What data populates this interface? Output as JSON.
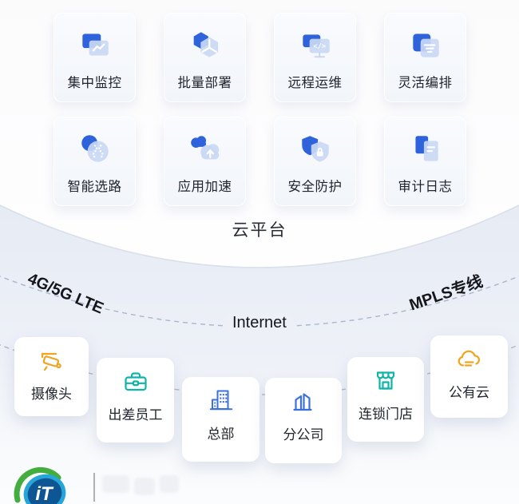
{
  "platform": {
    "label": "云平台",
    "features": [
      {
        "label": "集中监控",
        "icon": "monitor-chart-icon"
      },
      {
        "label": "批量部署",
        "icon": "batch-deploy-icon"
      },
      {
        "label": "远程运维",
        "icon": "remote-ops-icon"
      },
      {
        "label": "灵活编排",
        "icon": "orchestration-icon"
      },
      {
        "label": "智能选路",
        "icon": "smart-routing-icon"
      },
      {
        "label": "应用加速",
        "icon": "app-acceleration-icon"
      },
      {
        "label": "安全防护",
        "icon": "security-shield-icon"
      },
      {
        "label": "审计日志",
        "icon": "audit-log-icon"
      }
    ]
  },
  "links": {
    "cellular_label": "4G/5G LTE",
    "internet_label": "Internet",
    "mpls_label": "MPLS专线"
  },
  "sites": [
    {
      "label": "摄像头",
      "icon": "camera-icon",
      "color": "#EFA51E"
    },
    {
      "label": "出差员工",
      "icon": "briefcase-icon",
      "color": "#0FB3A8"
    },
    {
      "label": "总部",
      "icon": "headquarters-icon",
      "color": "#3B71DC"
    },
    {
      "label": "分公司",
      "icon": "branch-office-icon",
      "color": "#3B71DC"
    },
    {
      "label": "连锁门店",
      "icon": "store-icon",
      "color": "#0FB3A8"
    },
    {
      "label": "公有云",
      "icon": "public-cloud-icon",
      "color": "#EFA51E"
    }
  ],
  "logo": {
    "monogram": "iT"
  },
  "colors": {
    "primary_blue": "#2E63DB",
    "icon_light_blue": "#C9D8F6",
    "teal": "#0FB3A8",
    "orange": "#EFA51E",
    "building_blue": "#3B71DC",
    "dash_line": "#9FABC4",
    "dome_edge": "#D9DFEB",
    "band_blue": "#E7EBF4",
    "logo_green": "#43AD3F",
    "logo_light_blue": "#25A5D8",
    "logo_dark_blue": "#0E5693"
  }
}
